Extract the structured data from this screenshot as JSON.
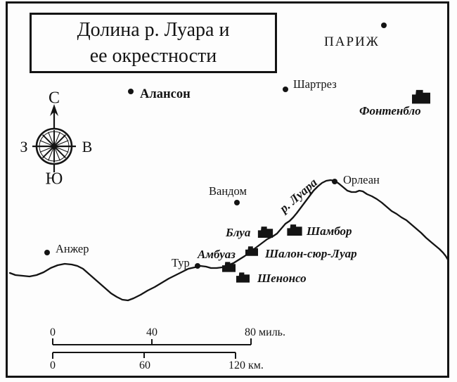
{
  "colors": {
    "ink": "#141414",
    "background": "#fdfdfd"
  },
  "title": {
    "line1": "Долина р. Луара и",
    "line2": "ее окрестности"
  },
  "compass": {
    "north": "С",
    "south": "Ю",
    "west": "З",
    "east": "В"
  },
  "river": {
    "label": "р. Луара"
  },
  "cities": [
    {
      "name": "ПАРИЖ"
    },
    {
      "name": "Алансон"
    },
    {
      "name": "Шартрез"
    },
    {
      "name": "Вандом"
    },
    {
      "name": "Орлеан"
    },
    {
      "name": "Анжер"
    },
    {
      "name": "Тур"
    }
  ],
  "castles": [
    {
      "name": "Фонтенбло"
    },
    {
      "name": "Блуа"
    },
    {
      "name": "Шамбор"
    },
    {
      "name": "Амбуаз"
    },
    {
      "name": "Шалон-сюр-Луар"
    },
    {
      "name": "Шенонсо"
    }
  ],
  "icons": {
    "castle": "castle-icon",
    "city_dot": "city-dot-icon",
    "compass": "compass-rose-icon"
  },
  "scales": {
    "miles": {
      "labels": [
        "0",
        "40",
        "80 миль."
      ]
    },
    "km": {
      "labels": [
        "0",
        "60",
        "120 км."
      ]
    }
  }
}
